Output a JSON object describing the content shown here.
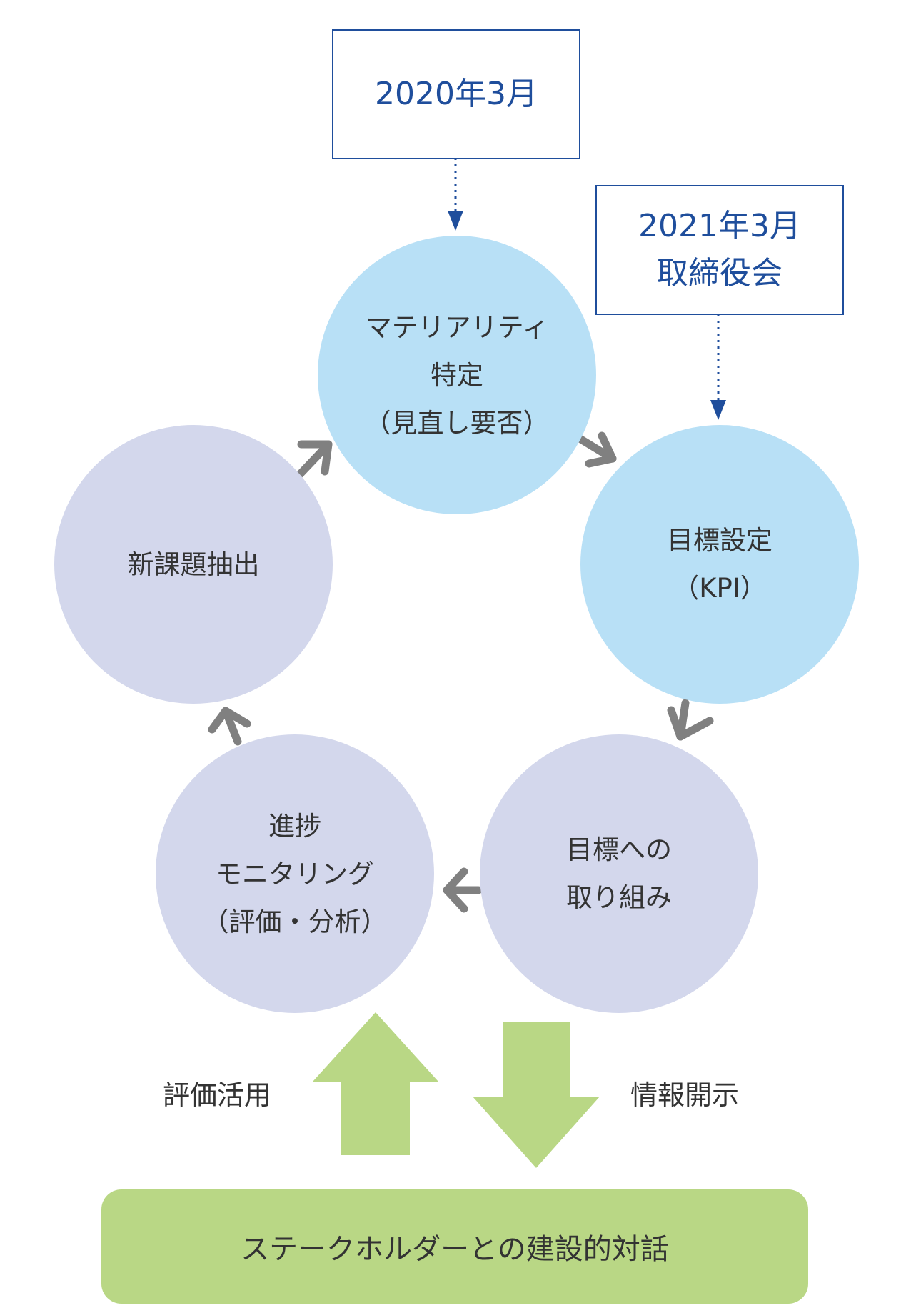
{
  "date_boxes": {
    "first": {
      "line1": "2020年3月"
    },
    "second": {
      "line1": "2021年3月",
      "line2": "取締役会"
    }
  },
  "cycle": {
    "materiality": {
      "line1": "マテリアリティ",
      "line2": "特定",
      "line3": "（見直し要否）"
    },
    "target_setting": {
      "line1": "目標設定",
      "line2": "（KPI）"
    },
    "initiatives": {
      "line1": "目標への",
      "line2": "取り組み"
    },
    "progress": {
      "line1": "進捗",
      "line2": "モニタリング",
      "line3": "（評価・分析）"
    },
    "new_issues": {
      "line1": "新課題抽出"
    }
  },
  "labels": {
    "evaluation_use": "評価活用",
    "disclosure": "情報開示"
  },
  "stakeholder": {
    "text": "ステークホルダーとの建設的対話"
  },
  "colors": {
    "date_blue": "#1f4e9c",
    "circle_blue": "#b8e0f6",
    "circle_lavender": "#d3d7ec",
    "cycle_arrow_gray": "#808080",
    "green_arrow": "#b9d785",
    "stakeholder_bar": "#b9d785"
  }
}
